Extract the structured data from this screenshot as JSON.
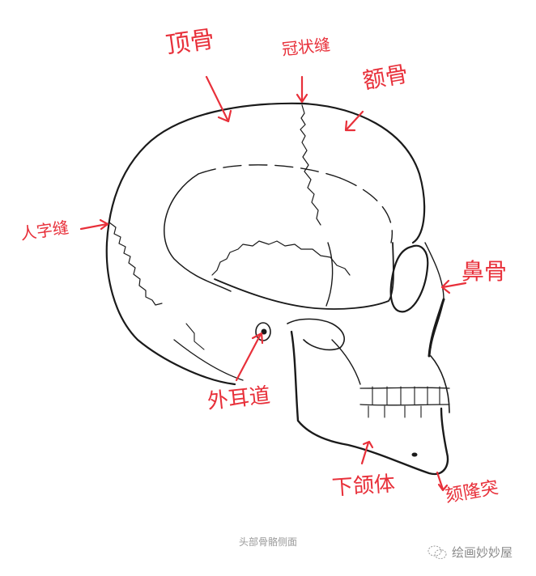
{
  "figure": {
    "subject": "skull-side-view",
    "line_color": "#1a1a1a",
    "annotation_color": "#e8303a",
    "labels": {
      "parietal": "顶骨",
      "coronal_suture": "冠状缝",
      "frontal": "额骨",
      "lambdoid_suture": "人字缝",
      "nasal": "鼻骨",
      "ear_canal": "外耳道",
      "mandible_body": "下颌体",
      "mental_protuberance": "颏隆突"
    }
  },
  "caption": "头部骨骼侧面",
  "watermark": {
    "icon": "wechat-icon",
    "text": "绘画妙妙屋"
  }
}
